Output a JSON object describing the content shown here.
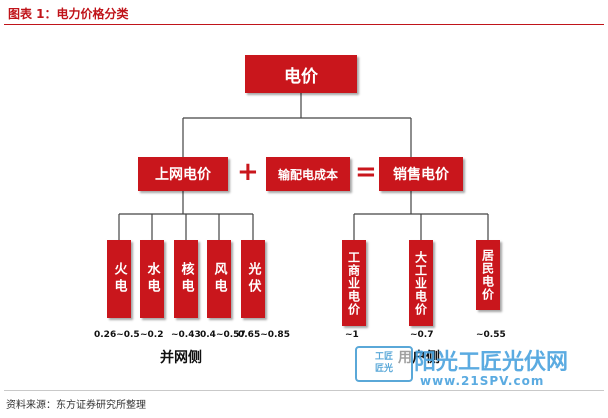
{
  "header": {
    "title": "图表 1：电力价格分类"
  },
  "diagram": {
    "root": "电价",
    "level2": {
      "grid_price": "上网电价",
      "plus": "+",
      "transmission": "输配电成本",
      "equals": "=",
      "retail": "销售电价"
    },
    "generation": [
      {
        "label": "火电",
        "value": "0.26~0.5"
      },
      {
        "label": "水电",
        "value": "~0.2"
      },
      {
        "label": "核电",
        "value": "~0.43"
      },
      {
        "label": "风电",
        "value": "0.4~0.57"
      },
      {
        "label": "光伏",
        "value": "0.65~0.85"
      }
    ],
    "consumers": [
      {
        "label": "工商业电价",
        "value": "~1"
      },
      {
        "label": "大工业电价",
        "value": "~0.7"
      },
      {
        "label": "居民电价",
        "value": "~0.55"
      }
    ],
    "group_left": "并网侧",
    "group_right": "用户侧"
  },
  "footer": {
    "source": "资料来源：东方证券研究所整理"
  },
  "watermark": {
    "stamp_top": "工匠",
    "stamp_bottom": "匠光",
    "text": "阳光工匠光伏网",
    "url": "www.21SPV.com"
  },
  "colors": {
    "accent": "#c9161c",
    "watermark": "#4aa3de"
  }
}
